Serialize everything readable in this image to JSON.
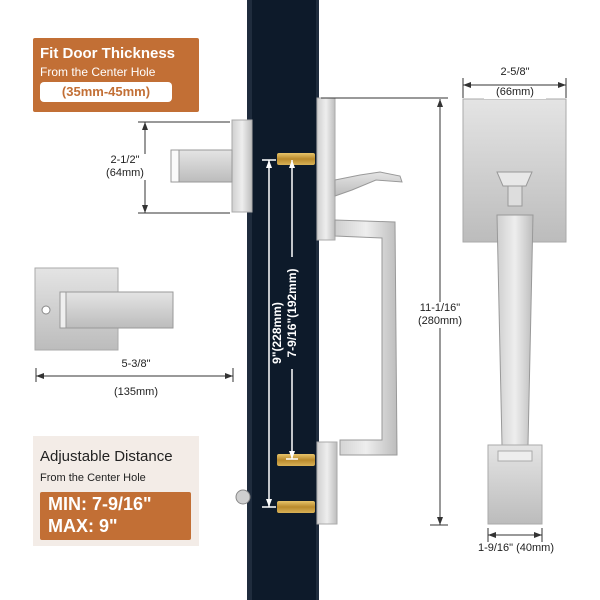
{
  "badge_top": {
    "title": "Fit Door Thickness",
    "subtitle": "From the Center Hole",
    "range": "(35mm-45mm)"
  },
  "badge_bottom": {
    "title": "Adjustable Distance",
    "subtitle": "From the Center Hole",
    "min": "MIN: 7-9/16\"",
    "max": "MAX: 9\""
  },
  "dims": {
    "backset_in": "2-1/2\"",
    "backset_mm": "(64mm)",
    "lever_in": "5-3/8\"",
    "lever_mm": "(135mm)",
    "plate_w_in": "2-5/8\"",
    "plate_w_mm": "(66mm)",
    "height_in": "11-1/16\"",
    "height_mm": "(280mm)",
    "bottom_w": "1-9/16\" (40mm)",
    "screw_max": "9\"(228mm)",
    "screw_min": "7-9/16\"(192mm)"
  }
}
